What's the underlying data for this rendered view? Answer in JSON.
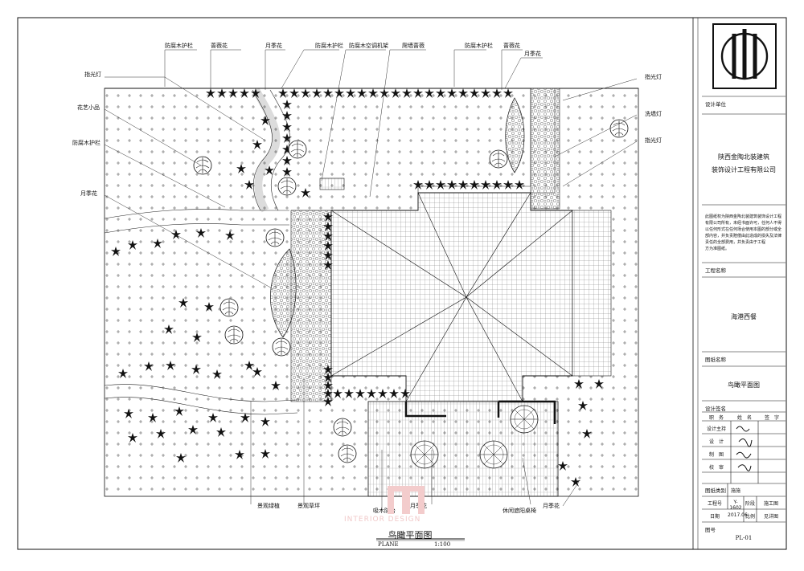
{
  "drawing": {
    "title": "鸟瞰平面图",
    "subtitle": "PLANE",
    "scale": "1:100",
    "watermark": "INTERIOR DESIGN",
    "labels_top": [
      "防腐木护栏",
      "蔷薇花",
      "月季花",
      "防腐木护栏",
      "防腐木空调机架",
      "爬墙蔷薇",
      "防腐木护栏",
      "蔷薇花",
      "月季花"
    ],
    "labels_left": [
      "指光灯",
      "花艺小品",
      "防腐木护栏",
      "月季花"
    ],
    "labels_right": [
      "指光灯",
      "洗墙灯",
      "指光灯"
    ],
    "labels_bottom": [
      "景观绿植",
      "景观草坪",
      "月季花",
      "吸木防台",
      "休闲遮阳桌椅",
      "月季花"
    ]
  },
  "title_block": {
    "unit_label": "设计单位",
    "company_line1": "陕西金陶北装建筑",
    "company_line2": "装饰设计工程有限公司",
    "notice": [
      "此图纸权为陕西金陶北装建筑装饰设计工程",
      "有限公司所有，未经书面许可，任何人不得",
      "以任何形式在任何场合使用本图的部分或全",
      "部内容，并负责赔偿由此造成的损失及法律",
      "责任的全部费用，并负责由于工程",
      "方为准图纸。"
    ],
    "project_label": "工程名称",
    "project_name": "海港西餐",
    "drawing_label": "图纸名称",
    "drawing_name": "鸟瞰平面图",
    "sign_label": "设计签名",
    "sign_header": [
      "职",
      "务",
      "姓",
      "名",
      "签",
      "字"
    ],
    "sign_rows": [
      "设计主持",
      "设　计",
      "制　图",
      "校　审"
    ],
    "category_label": "图纸类别",
    "category_value": "施施",
    "code_label": "工程号",
    "code_value": "Y-1602",
    "stage_label": "阶段",
    "stage_value": "施工图",
    "date_label": "日期",
    "date_value": "2017.06",
    "ratio_label": "比例",
    "ratio_value": "见详图",
    "number_label": "图号",
    "number_value": "PL-01"
  }
}
